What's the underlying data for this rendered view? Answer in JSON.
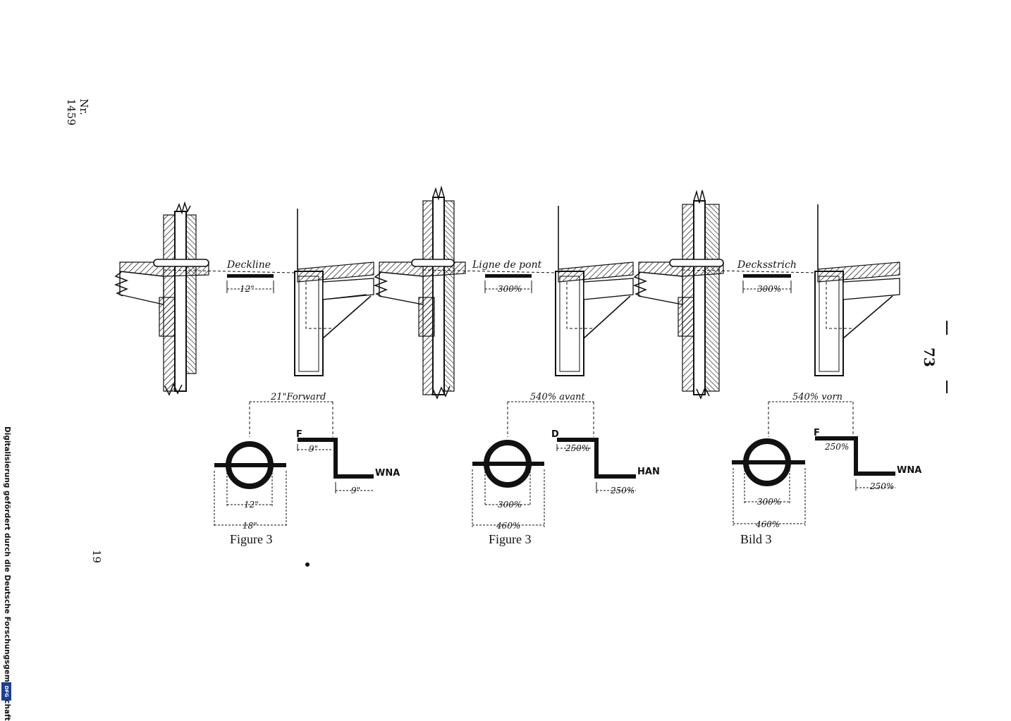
{
  "page": {
    "header_left": "Nr. 1459",
    "page_number_left": "19",
    "page_number_right": "73",
    "funding_note": "Digitalisierung gefördert durch die Deutsche Forschungsgemeinschaft",
    "funder_logo": "DFG"
  },
  "figures": [
    {
      "deck_label": "Deckline",
      "deck_width": "12\"",
      "offset_label": "21\"Forward",
      "inner_dim": "12\"",
      "outer_dim": "18\"",
      "mark_letter": "F",
      "step_dim_1": "9\"",
      "step_dim_2": "9\"",
      "mark_code": "WNA",
      "caption": "Figure 3"
    },
    {
      "deck_label": "Ligne de pont",
      "deck_width": "300%",
      "offset_label": "540% avant",
      "inner_dim": "300%",
      "outer_dim": "460%",
      "mark_letter": "D",
      "step_dim_1": "250%",
      "step_dim_2": "250%",
      "mark_code": "HAN",
      "caption": "Figure 3"
    },
    {
      "deck_label": "Decksstrich",
      "deck_width": "300%",
      "offset_label": "540% vorn",
      "inner_dim": "300%",
      "outer_dim": "460%",
      "mark_letter": "F",
      "step_dim_1": "250%",
      "step_dim_2": "250%",
      "mark_code": "WNA",
      "caption": "Bild 3"
    }
  ]
}
